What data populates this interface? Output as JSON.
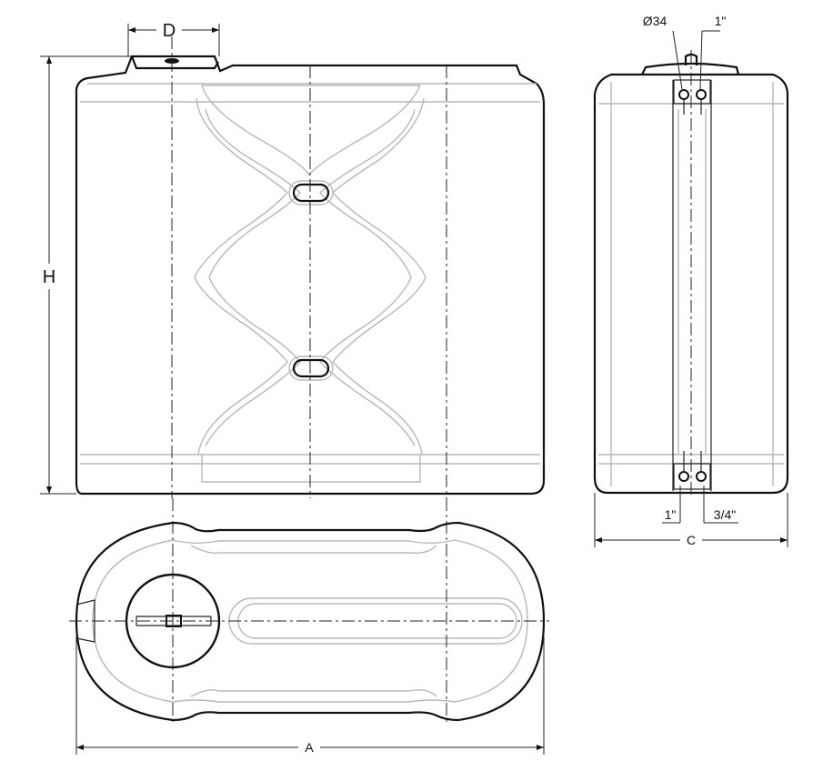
{
  "dimensions": {
    "A": "A",
    "C": "C",
    "D": "D",
    "H": "H"
  },
  "fittings": {
    "top_diameter": "Ø34",
    "top_thread": "1\"",
    "bottom_left_thread": "1\"",
    "bottom_right_thread": "3/4\""
  },
  "colors": {
    "line": "#111111",
    "shading": "#b8b8b8"
  }
}
